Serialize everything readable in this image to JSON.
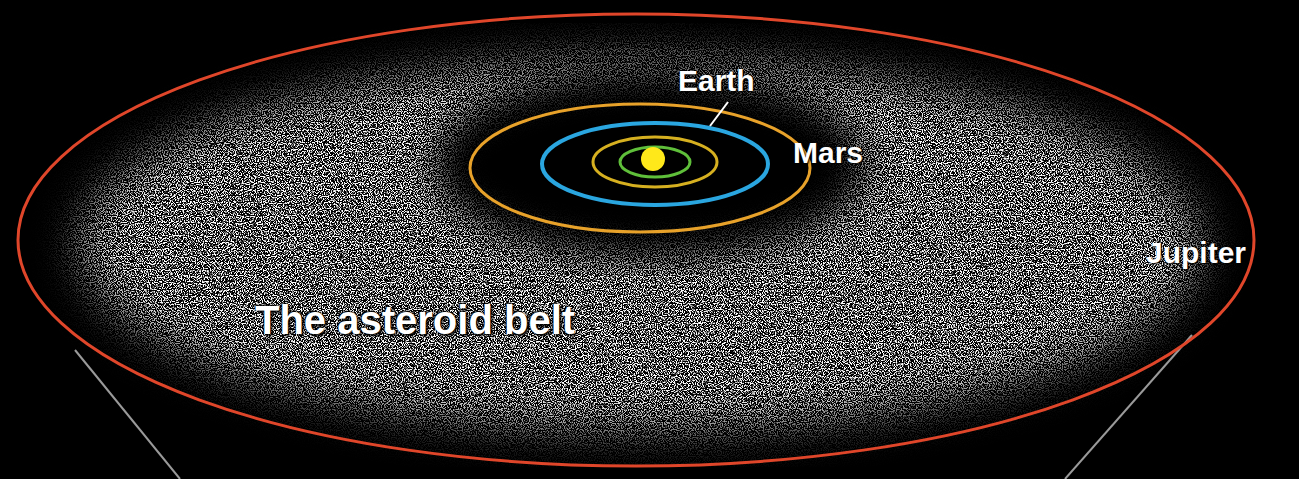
{
  "diagram": {
    "labels": [
      "Earth",
      "Mars",
      "Jupiter",
      "The asteroid belt"
    ]
  }
}
